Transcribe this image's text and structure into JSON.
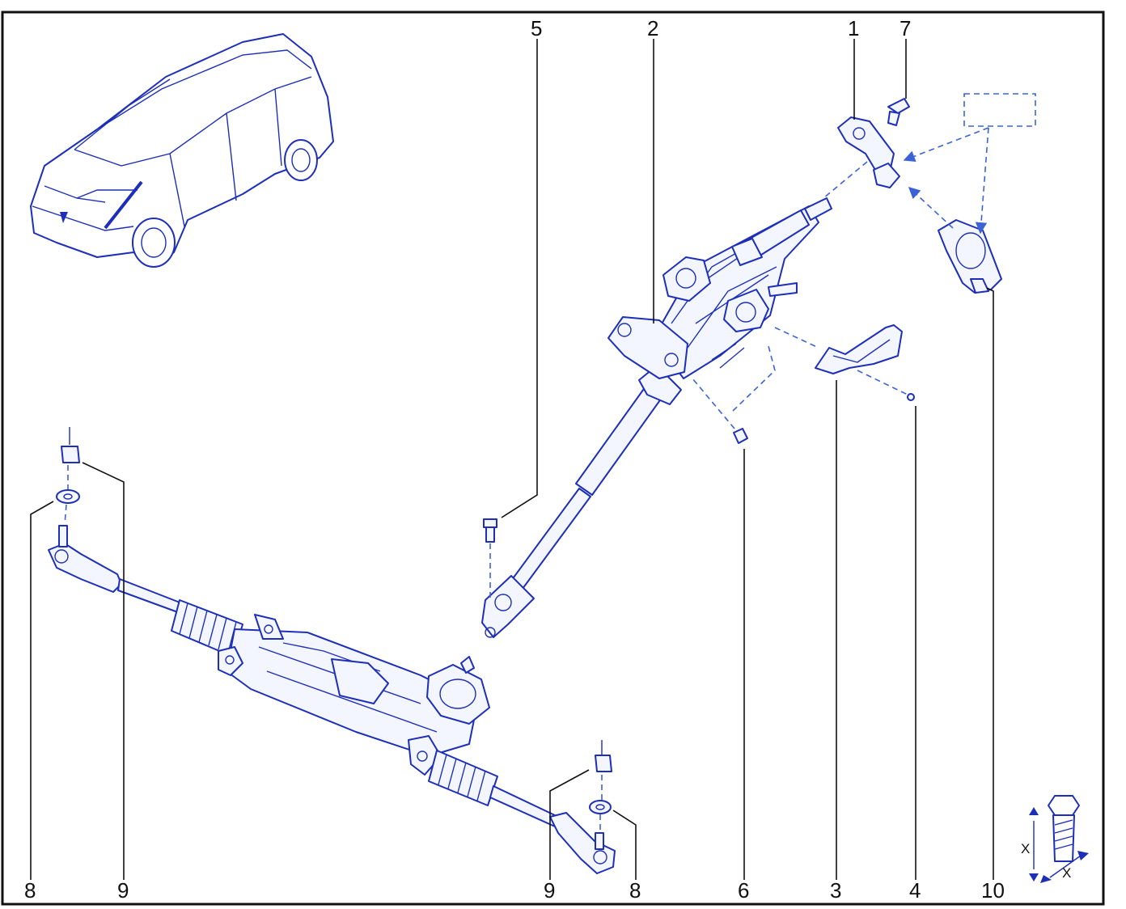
{
  "diagram": {
    "type": "exploded-parts-view",
    "line_color": "#1d2fb8",
    "callouts": {
      "c1": "1",
      "c2": "2",
      "c3": "3",
      "c4": "4",
      "c5": "5",
      "c6": "6",
      "c7": "7",
      "c8_left": "8",
      "c8_right": "8",
      "c9_left": "9",
      "c9_right": "9",
      "c10": "10"
    },
    "bolt_legend": {
      "dim_a": "X",
      "dim_b": "X"
    }
  }
}
